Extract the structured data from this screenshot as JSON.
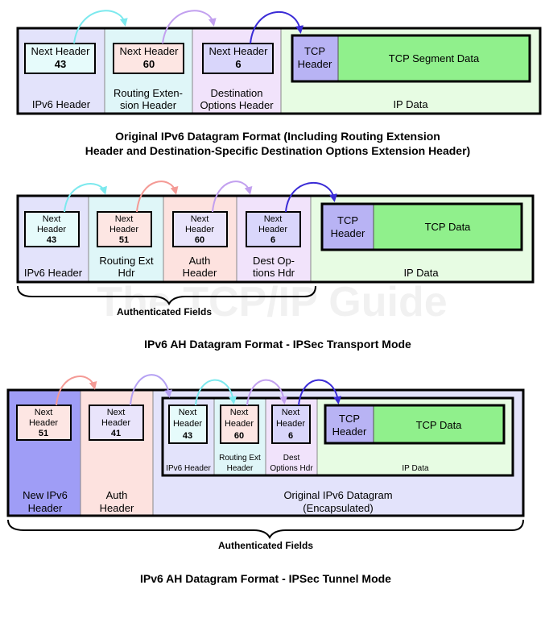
{
  "watermark": "The TCP/IP Guide",
  "colors": {
    "ipv6": "#e3e3fb",
    "routing": "#dff6f8",
    "dest": "#f1e3fb",
    "auth": "#fde2df",
    "ipdata": "#e7fce3",
    "tcpheader": "#b8b3f4",
    "tcpdata": "#90f08c",
    "newipv6": "#9f9df6",
    "nh_white": "#ffffff",
    "nh_cyan": "#e6fbfb",
    "nh_pink": "#fde6e3",
    "nh_purple": "#e9e4fb",
    "nh_lav": "#d9d6fb",
    "arrow_cyan": "#7ce9ee",
    "arrow_pink": "#f49a95",
    "arrow_purple": "#b5a1f3",
    "arrow_violet": "#c2a0ef",
    "arrow_blue": "#3a2bd6"
  },
  "diagram1": {
    "caption_line1": "Original IPv6 Datagram Format (Including Routing Extension",
    "caption_line2": "Header and Destination-Specific Destination Options Extension Header)",
    "sections": [
      {
        "label1": "IPv6 Header",
        "label2": "",
        "nh_label": "Next Header",
        "nh_value": "43"
      },
      {
        "label1": "Routing Exten-",
        "label2": "sion Header",
        "nh_label": "Next Header",
        "nh_value": "60"
      },
      {
        "label1": "Destination",
        "label2": "Options Header",
        "nh_label": "Next Header",
        "nh_value": "6"
      }
    ],
    "ipdata_label": "IP Data",
    "tcp_header_line1": "TCP",
    "tcp_header_line2": "Header",
    "tcp_data_label": "TCP Segment Data"
  },
  "diagram2": {
    "caption": "IPv6 AH Datagram Format - IPSec Transport Mode",
    "brace_label": "Authenticated Fields",
    "sections": [
      {
        "label1": "IPv6 Header",
        "label2": "",
        "nh_label1": "Next",
        "nh_label2": "Header",
        "nh_value": "43"
      },
      {
        "label1": "Routing Ext",
        "label2": "Hdr",
        "nh_label1": "Next",
        "nh_label2": "Header",
        "nh_value": "51"
      },
      {
        "label1": "Auth",
        "label2": "Header",
        "nh_label1": "Next",
        "nh_label2": "Header",
        "nh_value": "60"
      },
      {
        "label1": "Dest Op-",
        "label2": "tions Hdr",
        "nh_label1": "Next",
        "nh_label2": "Header",
        "nh_value": "6"
      }
    ],
    "ipdata_label": "IP Data",
    "tcp_header_line1": "TCP",
    "tcp_header_line2": "Header",
    "tcp_data_label": "TCP Data"
  },
  "diagram3": {
    "caption": "IPv6 AH Datagram Format - IPSec Tunnel Mode",
    "brace_label": "Authenticated Fields",
    "new_ipv6_line1": "New IPv6",
    "new_ipv6_line2": "Header",
    "auth_line1": "Auth",
    "auth_line2": "Header",
    "outer_nh": [
      {
        "nh_label1": "Next",
        "nh_label2": "Header",
        "nh_value": "51"
      },
      {
        "nh_label1": "Next",
        "nh_label2": "Header",
        "nh_value": "41"
      }
    ],
    "encap_line1": "Original IPv6 Datagram",
    "encap_line2": "(Encapsulated)",
    "inner_sections": [
      {
        "label1": "IPv6 Header",
        "label2": "",
        "nh_label1": "Next",
        "nh_label2": "Header",
        "nh_value": "43"
      },
      {
        "label1": "Routing Ext",
        "label2": "Header",
        "nh_label1": "Next",
        "nh_label2": "Header",
        "nh_value": "60"
      },
      {
        "label1": "Dest",
        "label2": "Options Hdr",
        "nh_label1": "Next",
        "nh_label2": "Header",
        "nh_value": "6"
      }
    ],
    "ipdata_label": "IP Data",
    "tcp_header_line1": "TCP",
    "tcp_header_line2": "Header",
    "tcp_data_label": "TCP Data"
  }
}
